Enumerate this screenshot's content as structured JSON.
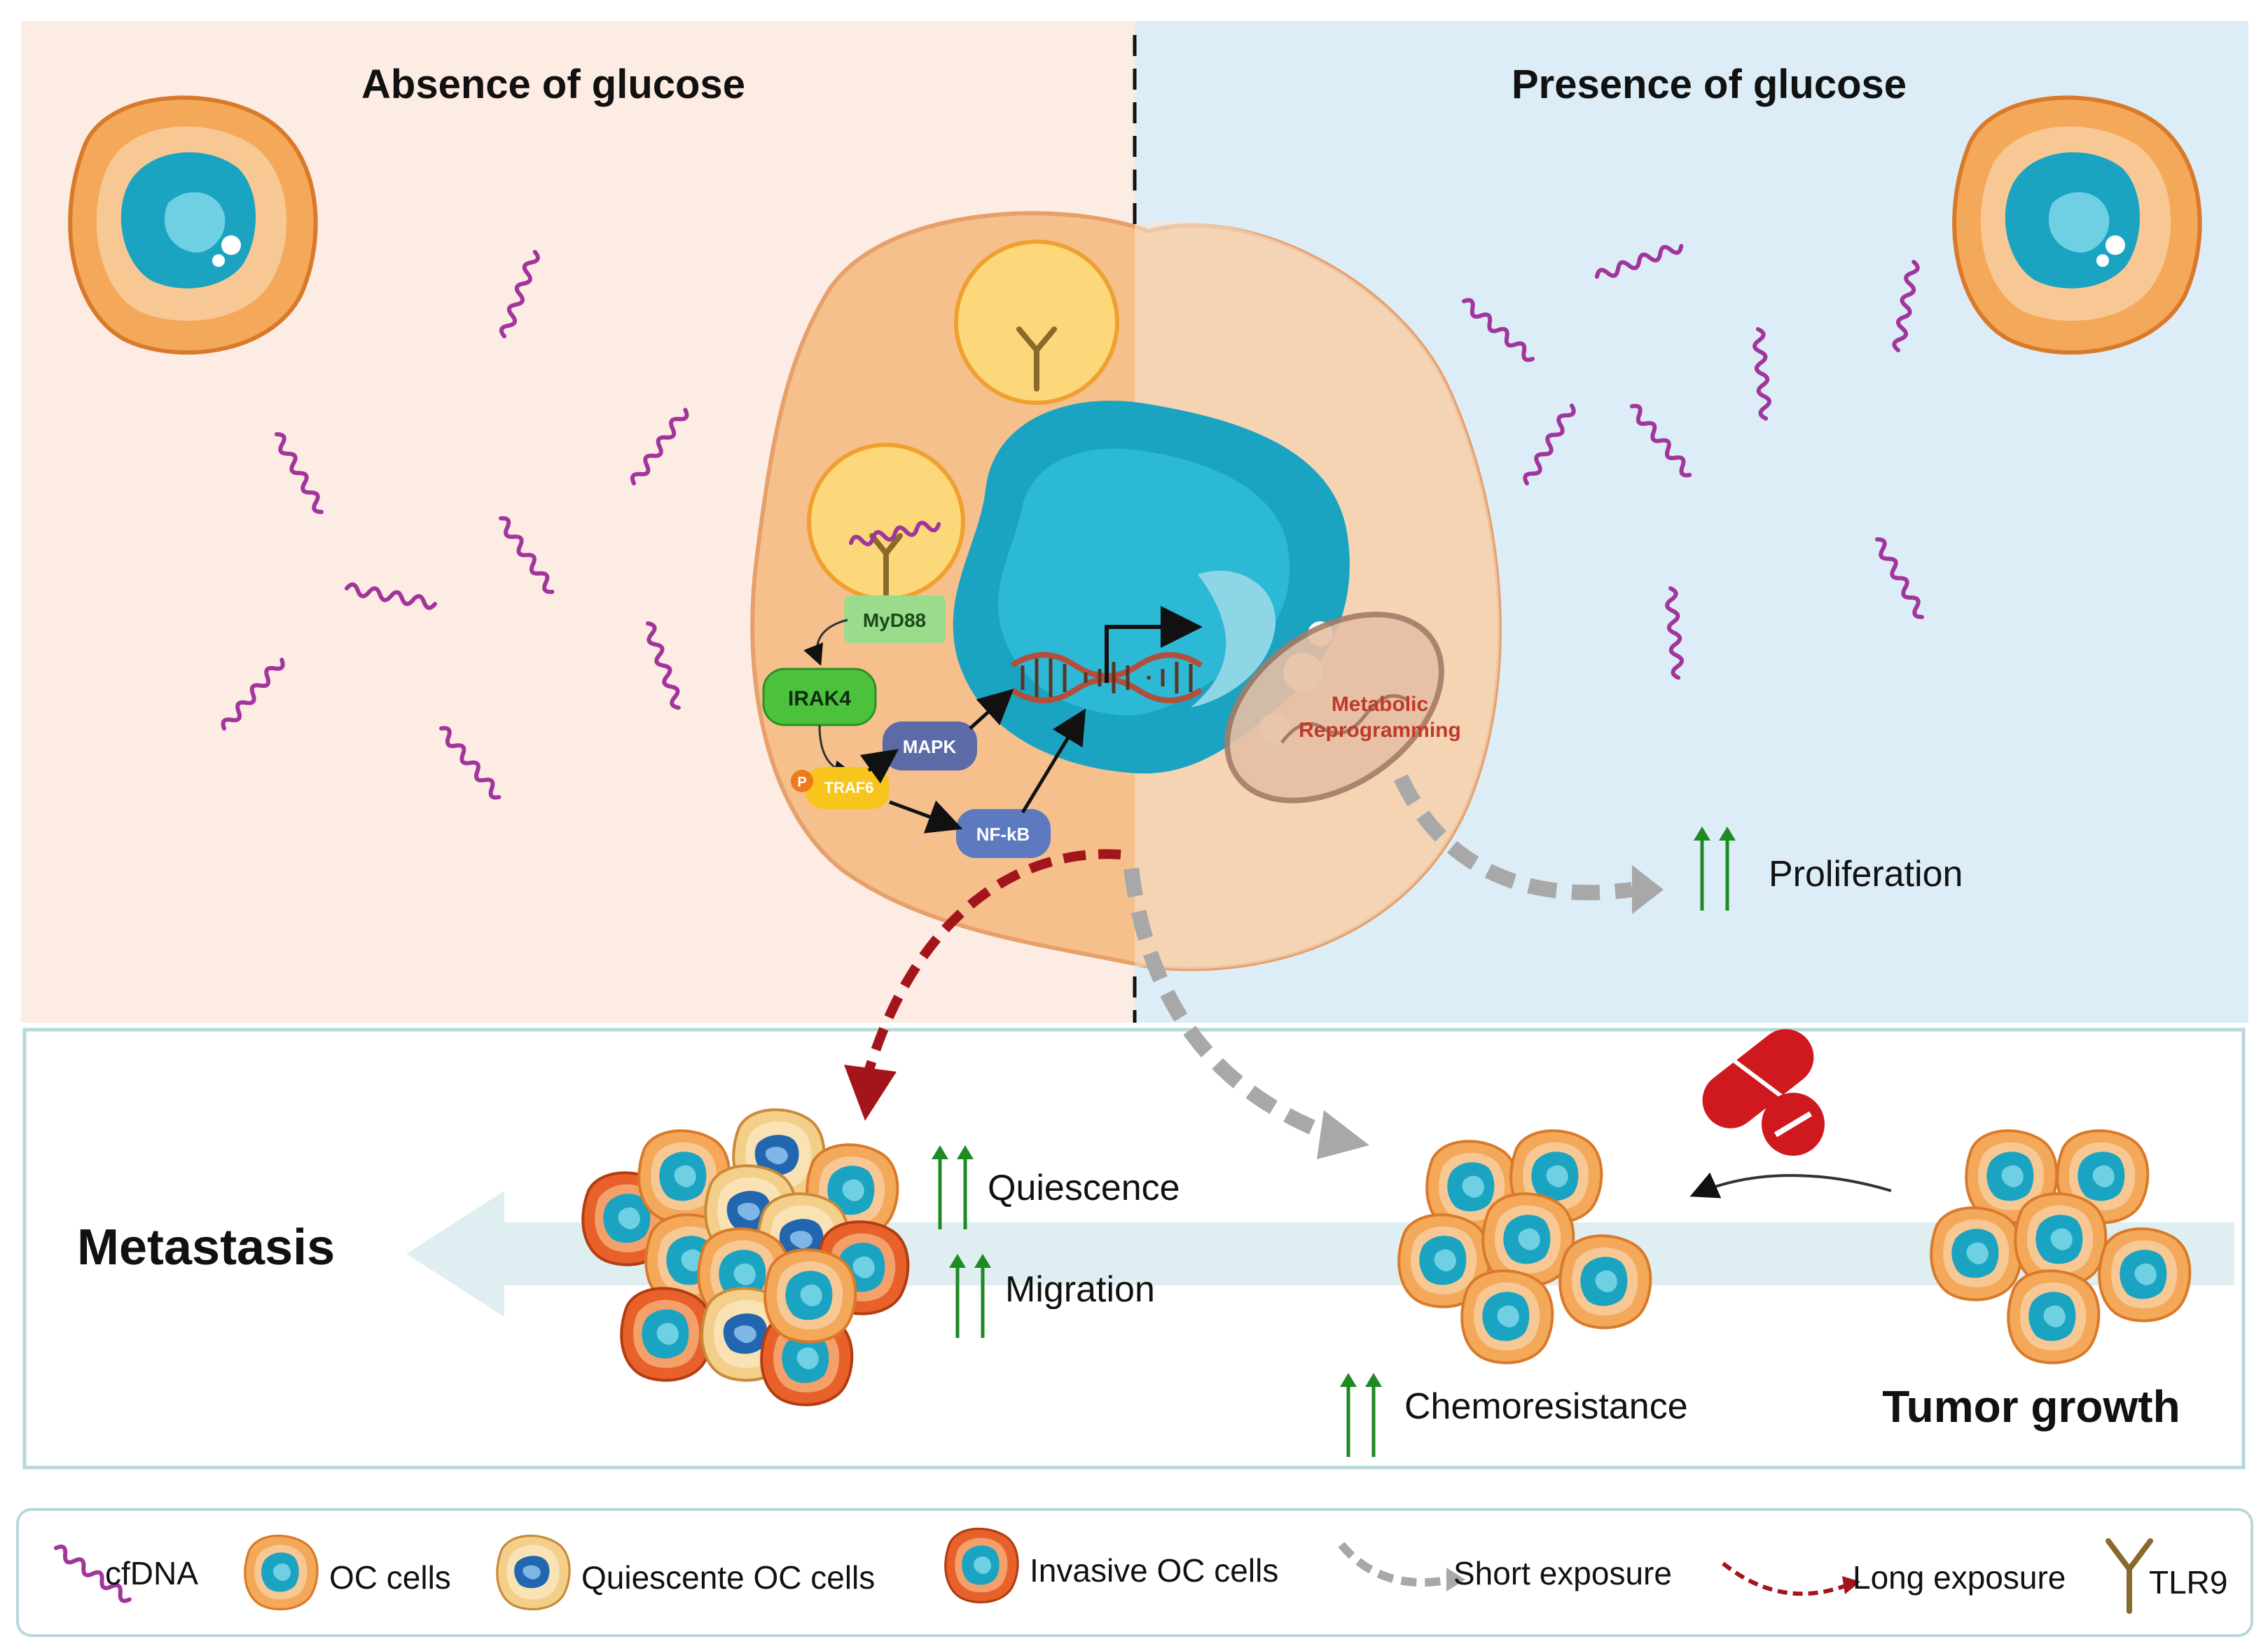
{
  "panels": {
    "left_title": "Absence of glucose",
    "right_title": "Presence of glucose"
  },
  "pathway": {
    "myd88": "MyD88",
    "irak4": "IRAK4",
    "p": "P",
    "traf6": "TRAF6",
    "mapk": "MAPK",
    "nfkb": "NF-kB",
    "metabolic_line1": "Metabolic",
    "metabolic_line2": "Reprogramming"
  },
  "outcomes": {
    "proliferation": "Proliferation",
    "quiescence": "Quiescence",
    "migration": "Migration",
    "chemoresistance": "Chemoresistance",
    "metastasis": "Metastasis",
    "tumor_growth": "Tumor growth"
  },
  "legend": {
    "cfdna": "cfDNA",
    "oc_cells": "OC cells",
    "quiescent_oc_cells": "Quiescente OC cells",
    "invasive_oc_cells": "Invasive OC cells",
    "short_exposure": "Short exposure",
    "long_exposure": "Long exposure",
    "tlr9": "TLR9"
  },
  "colors": {
    "left_bg": "#fdece3",
    "right_bg": "#dcedf7",
    "cfdna": "#a2359b",
    "cell_body": "#f6c08d",
    "nucleus": "#1ba3c2",
    "arrow_up": "#1d8a24",
    "long_exposure": "#a3151b",
    "short_exposure": "#a8a8a8",
    "pill": "#d0181f"
  }
}
